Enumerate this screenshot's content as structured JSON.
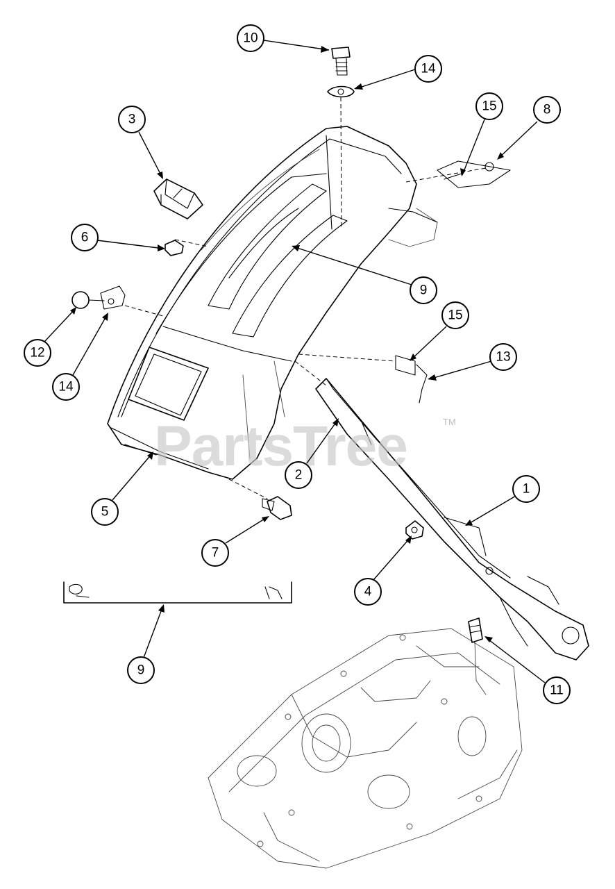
{
  "watermark": {
    "brand": "PartsTree",
    "trademark": "TM"
  },
  "callouts": [
    {
      "id": "callout-10a",
      "label": "10"
    },
    {
      "id": "callout-14a",
      "label": "14"
    },
    {
      "id": "callout-15a",
      "label": "15"
    },
    {
      "id": "callout-8",
      "label": "8"
    },
    {
      "id": "callout-3",
      "label": "3"
    },
    {
      "id": "callout-6",
      "label": "6"
    },
    {
      "id": "callout-9a",
      "label": "9"
    },
    {
      "id": "callout-15b",
      "label": "15"
    },
    {
      "id": "callout-13",
      "label": "13"
    },
    {
      "id": "callout-12",
      "label": "12"
    },
    {
      "id": "callout-14b",
      "label": "14"
    },
    {
      "id": "callout-2",
      "label": "2"
    },
    {
      "id": "callout-1",
      "label": "1"
    },
    {
      "id": "callout-5",
      "label": "5"
    },
    {
      "id": "callout-7",
      "label": "7"
    },
    {
      "id": "callout-4",
      "label": "4"
    },
    {
      "id": "callout-9b",
      "label": "9"
    },
    {
      "id": "callout-11",
      "label": "11"
    }
  ]
}
